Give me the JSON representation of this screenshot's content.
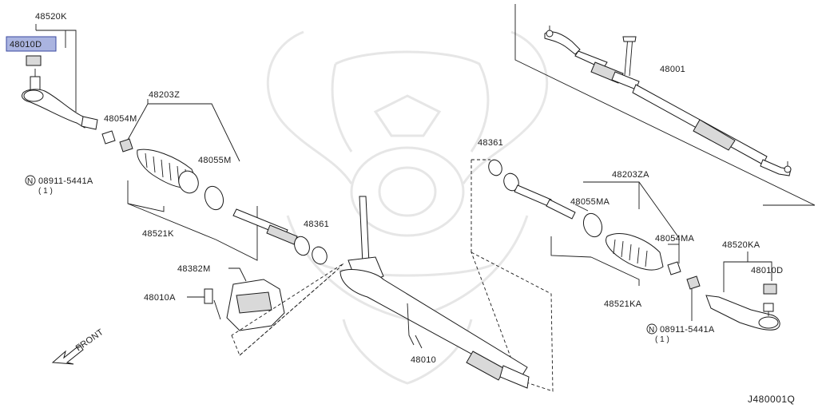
{
  "colors": {
    "highlight_fill": "#aab4e0",
    "highlight_stroke": "#3b4aa0",
    "line": "#1a1a1a",
    "watermark": "#e4e4e4"
  },
  "labels": {
    "tie_rod_end_left": "48520K",
    "outer_nut_left": "48010D",
    "lock_nut_left": "48054M",
    "boot_left": "48203Z",
    "boot_clamp_left": "48055M",
    "nut_ref_left": "08911-5441A",
    "nut_ref_left_qty": "( 1 )",
    "inner_socket_left": "48521K",
    "insulator_left": "48361",
    "mount_bracket": "48382M",
    "bracket_bolt": "48010A",
    "gear_housing": "48010",
    "gear_assembly": "48001",
    "insulator_right": "48361",
    "boot_right": "48203ZA",
    "boot_clamp_right": "48055MA",
    "lock_nut_right": "48054MA",
    "inner_socket_right": "48521KA",
    "tie_rod_end_right": "48520KA",
    "outer_nut_right": "48010D",
    "nut_ref_right": "08911-5441A",
    "nut_ref_right_qty": "( 1 )",
    "front_arrow": "FRONT",
    "diagram_code": "J480001Q",
    "nut_symbol": "N"
  },
  "icons": [
    "front-arrow-icon",
    "watermark-emblem-icon"
  ]
}
